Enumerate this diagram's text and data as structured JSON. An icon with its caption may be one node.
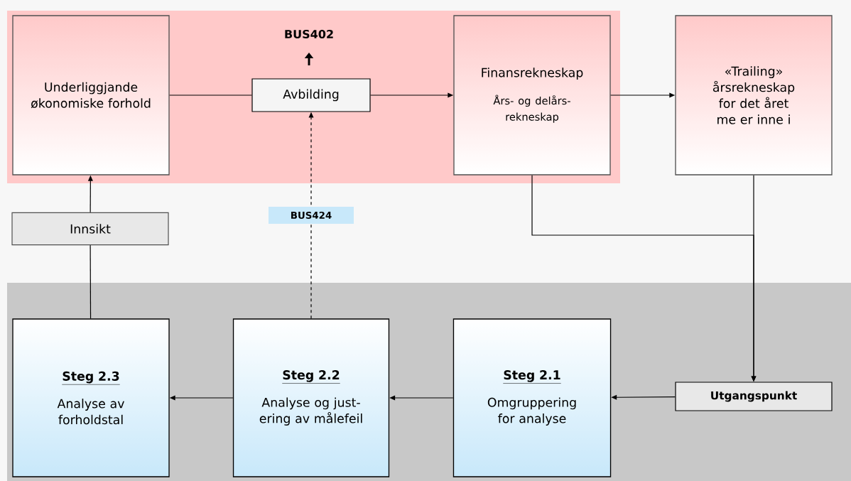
{
  "diagram": {
    "nodes": [
      {
        "text": [
          "Underliggjande økonomiske forhold"
        ]
      },
      {
        "text": [
          "Avbilding"
        ]
      },
      {
        "text": [
          "Finansrekneskap",
          "Års- og delårs-rekneskap"
        ]
      },
      {
        "text": [
          "«Trailing» årsrekneskap for det året me er inne i"
        ]
      },
      {
        "text": [
          "Innsikt"
        ]
      },
      {
        "text": [
          "Steg 2.3",
          "Analyse av forholdstal"
        ]
      },
      {
        "text": [
          "Steg 2.2",
          "Analyse og just-ering av målefeil"
        ]
      },
      {
        "text": [
          "Steg 2.1",
          "Omgruppering for analyse"
        ]
      },
      {
        "text": [
          "Utgangspunkt"
        ]
      }
    ],
    "edges": [
      {
        "from": 0,
        "to": 1,
        "arrow": "none"
      },
      {
        "from": 1,
        "to": 2,
        "arrow": "to"
      },
      {
        "from": 2,
        "to": 3,
        "arrow": "to"
      },
      {
        "from": 2,
        "to": 8,
        "arrow": "to"
      },
      {
        "from": 3,
        "to": 8,
        "arrow": "to"
      },
      {
        "from": 8,
        "to": 7,
        "arrow": "to"
      },
      {
        "from": 7,
        "to": 6,
        "arrow": "to"
      },
      {
        "from": 6,
        "to": 5,
        "arrow": "to"
      },
      {
        "from": 5,
        "to": 4,
        "arrow": "none"
      },
      {
        "from": 4,
        "to": 0,
        "arrow": "to"
      },
      {
        "from": 6,
        "to": 1,
        "arrow": "to",
        "style": "dashed",
        "label": "BUS424"
      }
    ],
    "labels": [
      "BUS402"
    ]
  }
}
